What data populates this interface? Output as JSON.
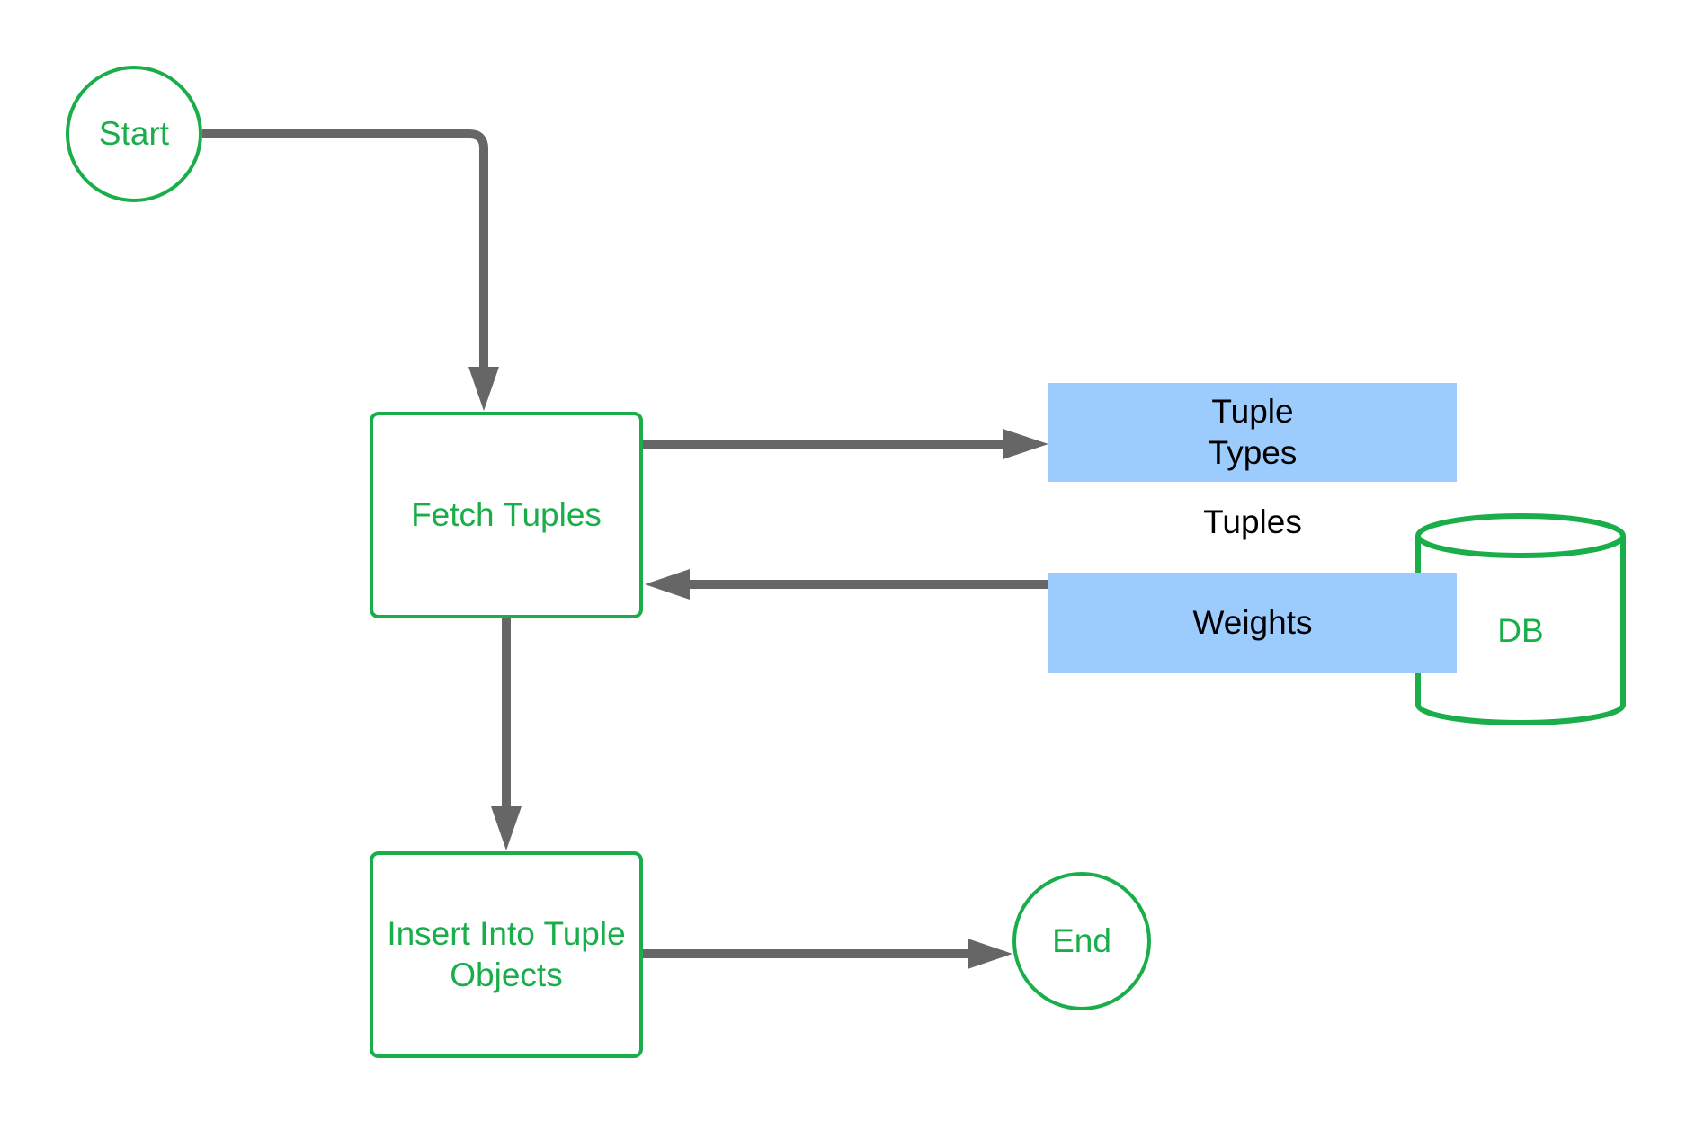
{
  "colors": {
    "node_border": "#1aae4b",
    "node_text": "#1aae4b",
    "connector": "#666666",
    "label_fill": "#9ccbfd",
    "label_text": "#000000"
  },
  "nodes": {
    "start": "Start",
    "fetch_tuples": "Fetch Tuples",
    "insert_into_tuple_objects": "Insert Into Tuple Objects",
    "end": "End",
    "db": "DB"
  },
  "labels": {
    "tuple_types": "Tuple Types",
    "tuples": "Tuples",
    "weights": "Weights"
  }
}
